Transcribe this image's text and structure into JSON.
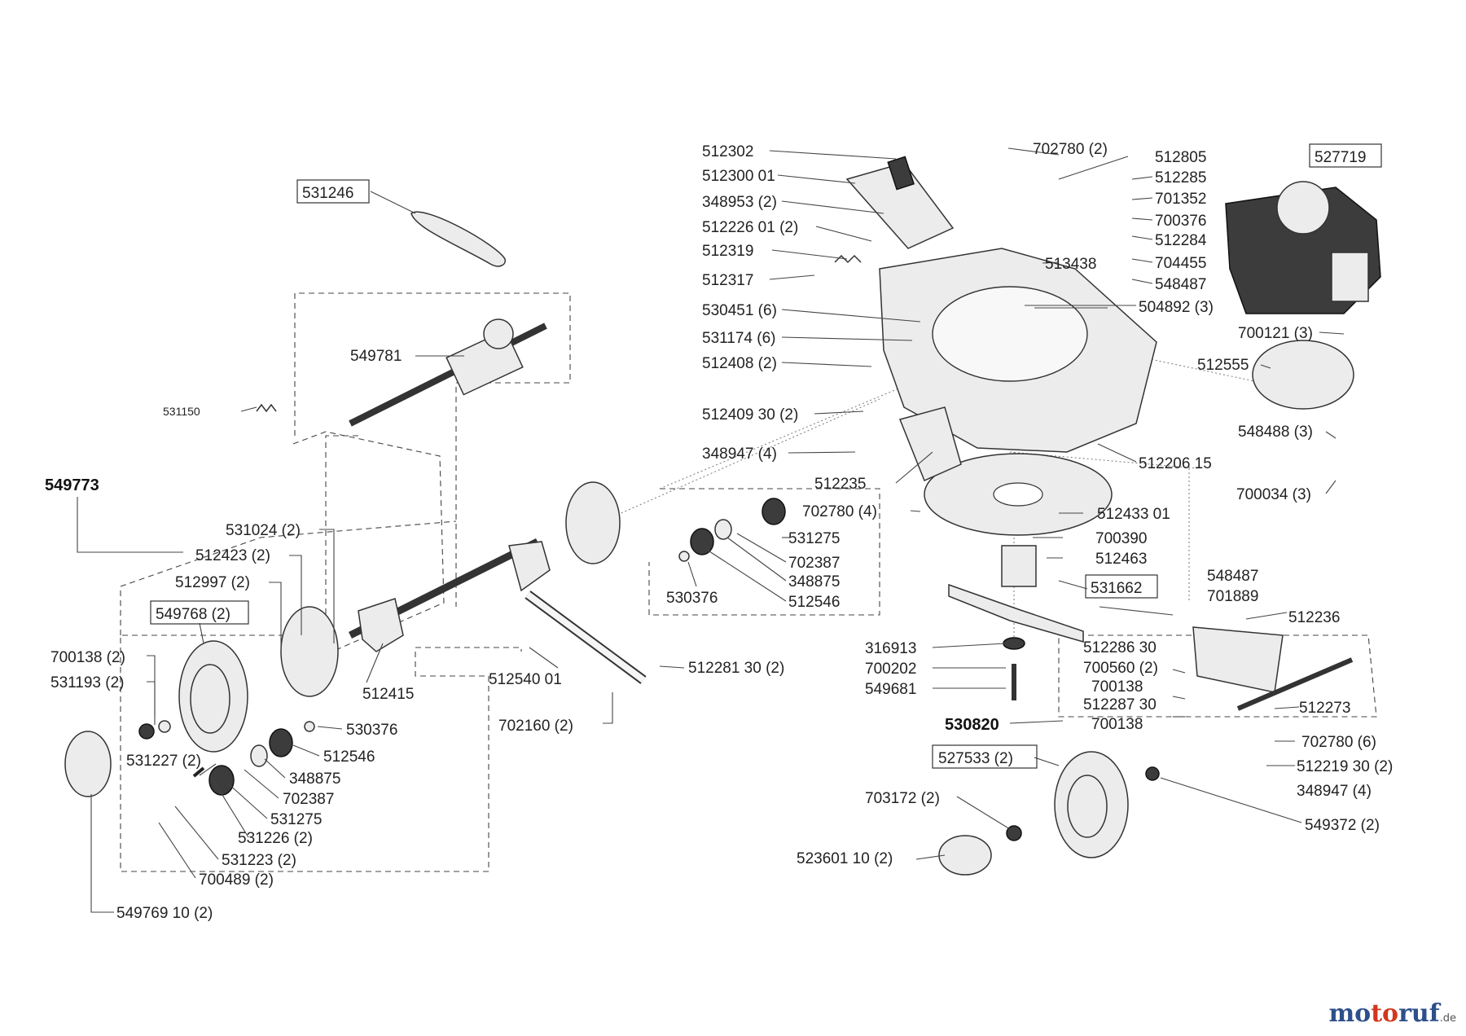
{
  "labels": [
    {
      "text": "512302",
      "boxed": false,
      "bold": false
    },
    {
      "text": "512300 01",
      "boxed": false,
      "bold": false
    },
    {
      "text": "348953 (2)",
      "boxed": false,
      "bold": false
    },
    {
      "text": "512226 01 (2)",
      "boxed": false,
      "bold": false
    },
    {
      "text": "512319",
      "boxed": false,
      "bold": false
    },
    {
      "text": "512317",
      "boxed": false,
      "bold": false
    },
    {
      "text": "530451 (6)",
      "boxed": false,
      "bold": false
    },
    {
      "text": "531174 (6)",
      "boxed": false,
      "bold": false
    },
    {
      "text": "512408 (2)",
      "boxed": false,
      "bold": false
    },
    {
      "text": "512409 30 (2)",
      "boxed": false,
      "bold": false
    },
    {
      "text": "348947 (4)",
      "boxed": false,
      "bold": false
    },
    {
      "text": "512235",
      "boxed": false,
      "bold": false
    },
    {
      "text": "702780 (4)",
      "boxed": false,
      "bold": false
    },
    {
      "text": "702780 (2)",
      "boxed": false,
      "bold": false
    },
    {
      "text": "512805",
      "boxed": false,
      "bold": false
    },
    {
      "text": "512285",
      "boxed": false,
      "bold": false
    },
    {
      "text": "701352",
      "boxed": false,
      "bold": false
    },
    {
      "text": "700376",
      "boxed": false,
      "bold": false
    },
    {
      "text": "512284",
      "boxed": false,
      "bold": false
    },
    {
      "text": "704455",
      "boxed": false,
      "bold": false
    },
    {
      "text": "548487",
      "boxed": false,
      "bold": false
    },
    {
      "text": "513438",
      "boxed": false,
      "bold": false
    },
    {
      "text": "527719",
      "boxed": true,
      "bold": false
    },
    {
      "text": "504892 (3)",
      "boxed": false,
      "bold": false
    },
    {
      "text": "700121 (3)",
      "boxed": false,
      "bold": false
    },
    {
      "text": "512555",
      "boxed": false,
      "bold": false
    },
    {
      "text": "548488 (3)",
      "boxed": false,
      "bold": false
    },
    {
      "text": "512206 15",
      "boxed": false,
      "bold": false
    },
    {
      "text": "700034 (3)",
      "boxed": false,
      "bold": false
    },
    {
      "text": "512433 01",
      "boxed": false,
      "bold": false
    },
    {
      "text": "700390",
      "boxed": false,
      "bold": false
    },
    {
      "text": "512463",
      "boxed": false,
      "bold": false
    },
    {
      "text": "531662",
      "boxed": true,
      "bold": false
    },
    {
      "text": "548487",
      "boxed": false,
      "bold": false
    },
    {
      "text": "701889",
      "boxed": false,
      "bold": false
    },
    {
      "text": "512236",
      "boxed": false,
      "bold": false
    },
    {
      "text": "316913",
      "boxed": false,
      "bold": false
    },
    {
      "text": "700202",
      "boxed": false,
      "bold": false
    },
    {
      "text": "549681",
      "boxed": false,
      "bold": false
    },
    {
      "text": "530820",
      "boxed": false,
      "bold": true
    },
    {
      "text": "512286 30",
      "boxed": false,
      "bold": false
    },
    {
      "text": "700560 (2)",
      "boxed": false,
      "bold": false
    },
    {
      "text": "700138",
      "boxed": false,
      "bold": false
    },
    {
      "text": "512287 30",
      "boxed": false,
      "bold": false
    },
    {
      "text": "700138",
      "boxed": false,
      "bold": false
    },
    {
      "text": "512273",
      "boxed": false,
      "bold": false
    },
    {
      "text": "702780 (6)",
      "boxed": false,
      "bold": false
    },
    {
      "text": "512219 30 (2)",
      "boxed": false,
      "bold": false
    },
    {
      "text": "348947 (4)",
      "boxed": false,
      "bold": false
    },
    {
      "text": "549372 (2)",
      "boxed": false,
      "bold": false
    },
    {
      "text": "527533 (2)",
      "boxed": true,
      "bold": false
    },
    {
      "text": "703172 (2)",
      "boxed": false,
      "bold": false
    },
    {
      "text": "523601 10 (2)",
      "boxed": false,
      "bold": false
    },
    {
      "text": "531246",
      "boxed": true,
      "bold": false
    },
    {
      "text": "549781",
      "boxed": false,
      "bold": false
    },
    {
      "text": "531150",
      "boxed": false,
      "bold": false
    },
    {
      "text": "549773",
      "boxed": false,
      "bold": true
    },
    {
      "text": "531024 (2)",
      "boxed": false,
      "bold": false
    },
    {
      "text": "512423 (2)",
      "boxed": false,
      "bold": false
    },
    {
      "text": "512997 (2)",
      "boxed": false,
      "bold": false
    },
    {
      "text": "549768 (2)",
      "boxed": true,
      "bold": false
    },
    {
      "text": "700138 (2)",
      "boxed": false,
      "bold": false
    },
    {
      "text": "531193 (2)",
      "boxed": false,
      "bold": false
    },
    {
      "text": "512415",
      "boxed": false,
      "bold": false
    },
    {
      "text": "530376",
      "boxed": false,
      "bold": false
    },
    {
      "text": "512546",
      "boxed": false,
      "bold": false
    },
    {
      "text": "348875",
      "boxed": false,
      "bold": false
    },
    {
      "text": "702387",
      "boxed": false,
      "bold": false
    },
    {
      "text": "531275",
      "boxed": false,
      "bold": false
    },
    {
      "text": "531226 (2)",
      "boxed": false,
      "bold": false
    },
    {
      "text": "531223 (2)",
      "boxed": false,
      "bold": false
    },
    {
      "text": "700489 (2)",
      "boxed": false,
      "bold": false
    },
    {
      "text": "531227 (2)",
      "boxed": false,
      "bold": false
    },
    {
      "text": "549769 10 (2)",
      "boxed": false,
      "bold": false
    },
    {
      "text": "512540 01",
      "boxed": false,
      "bold": false
    },
    {
      "text": "512281 30 (2)",
      "boxed": false,
      "bold": false
    },
    {
      "text": "702160 (2)",
      "boxed": false,
      "bold": false
    },
    {
      "text": "531275",
      "boxed": false,
      "bold": false
    },
    {
      "text": "702387",
      "boxed": false,
      "bold": false
    },
    {
      "text": "348875",
      "boxed": false,
      "bold": false
    },
    {
      "text": "512546",
      "boxed": false,
      "bold": false
    },
    {
      "text": "530376",
      "boxed": false,
      "bold": false
    }
  ],
  "brand": {
    "part1": "mo",
    "part2": "to",
    "part3": "ruf",
    "tld": ".de"
  }
}
